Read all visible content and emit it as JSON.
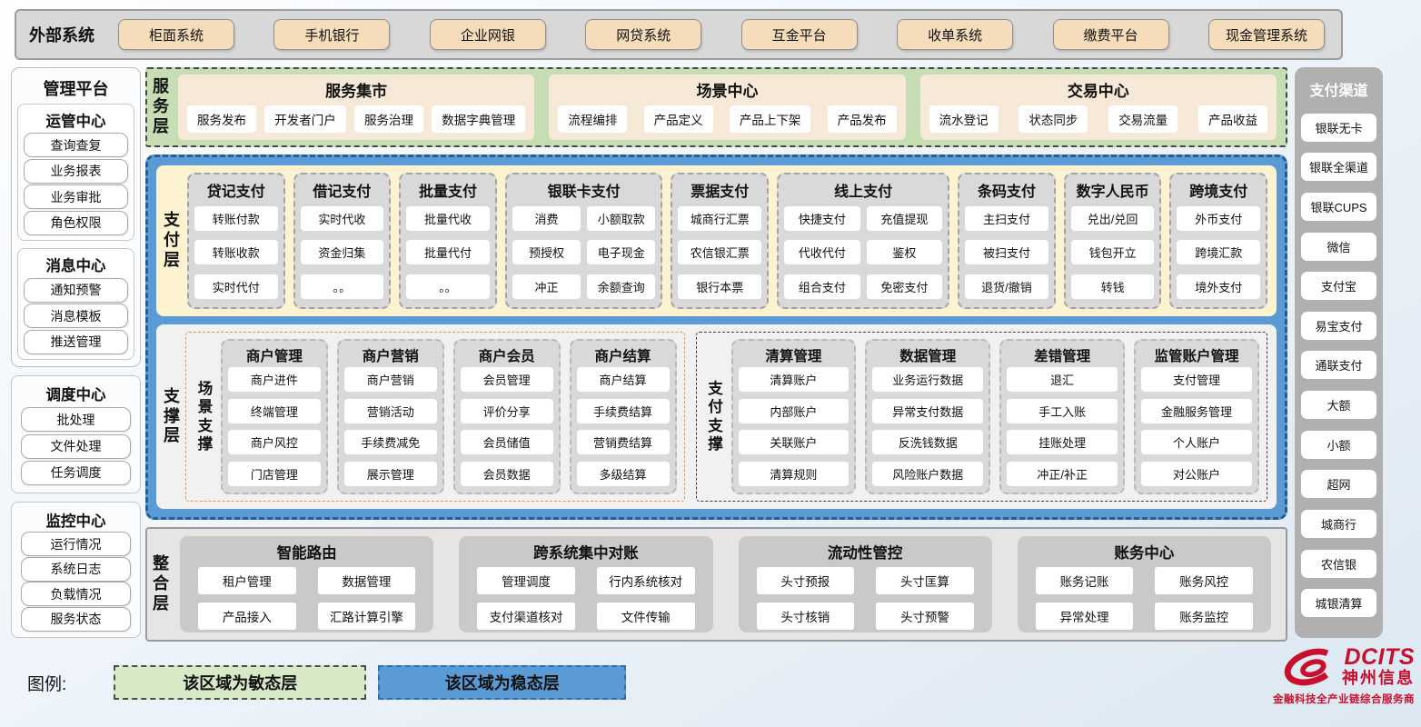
{
  "external_systems": {
    "label": "外部系统",
    "items": [
      "柜面系统",
      "手机银行",
      "企业网银",
      "网贷系统",
      "互金平台",
      "收单系统",
      "缴费平台",
      "现金管理系统"
    ]
  },
  "management_platform": {
    "title": "管理平台",
    "groups": [
      {
        "title": "运管中心",
        "items": [
          "查询查复",
          "业务报表",
          "业务审批",
          "角色权限"
        ]
      },
      {
        "title": "消息中心",
        "items": [
          "通知预警",
          "消息模板",
          "推送管理"
        ]
      },
      {
        "title": "调度中心",
        "items": [
          "批处理",
          "文件处理",
          "任务调度"
        ]
      },
      {
        "title": "监控中心",
        "items": [
          "运行情况",
          "系统日志",
          "负载情况",
          "服务状态"
        ]
      }
    ]
  },
  "service_layer": {
    "label": "服务层",
    "groups": [
      {
        "title": "服务集市",
        "items": [
          "服务发布",
          "开发者门户",
          "服务治理",
          "数据字典管理"
        ]
      },
      {
        "title": "场景中心",
        "items": [
          "流程编排",
          "产品定义",
          "产品上下架",
          "产品发布"
        ]
      },
      {
        "title": "交易中心",
        "items": [
          "流水登记",
          "状态同步",
          "交易流量",
          "产品收益"
        ]
      }
    ]
  },
  "payment_layer": {
    "label": "支付层",
    "columns": [
      {
        "title": "贷记支付",
        "cols": 1,
        "items": [
          "转账付款",
          "转账收款",
          "实时代付"
        ]
      },
      {
        "title": "借记支付",
        "cols": 1,
        "items": [
          "实时代收",
          "资金归集",
          "。。"
        ]
      },
      {
        "title": "批量支付",
        "cols": 1,
        "items": [
          "批量代收",
          "批量代付",
          "。。"
        ]
      },
      {
        "title": "银联卡支付",
        "cols": 2,
        "items": [
          "消费",
          "小额取款",
          "预授权",
          "电子现金",
          "冲正",
          "余额查询"
        ]
      },
      {
        "title": "票据支付",
        "cols": 1,
        "items": [
          "城商行汇票",
          "农信银汇票",
          "银行本票"
        ]
      },
      {
        "title": "线上支付",
        "cols": 2,
        "items": [
          "快捷支付",
          "充值提现",
          "代收代付",
          "鉴权",
          "组合支付",
          "免密支付"
        ]
      },
      {
        "title": "条码支付",
        "cols": 1,
        "items": [
          "主扫支付",
          "被扫支付",
          "退货/撤销"
        ]
      },
      {
        "title": "数字人民币",
        "cols": 1,
        "items": [
          "兑出/兑回",
          "钱包开立",
          "转钱"
        ]
      },
      {
        "title": "跨境支付",
        "cols": 1,
        "items": [
          "外币支付",
          "跨境汇款",
          "境外支付"
        ]
      }
    ]
  },
  "support_layer": {
    "label": "支撑层",
    "sections": [
      {
        "label": "场景支撑",
        "columns": [
          {
            "title": "商户管理",
            "items": [
              "商户进件",
              "终端管理",
              "商户风控",
              "门店管理"
            ]
          },
          {
            "title": "商户营销",
            "items": [
              "商户营销",
              "营销活动",
              "手续费减免",
              "展示管理"
            ]
          },
          {
            "title": "商户会员",
            "items": [
              "会员管理",
              "评价分享",
              "会员储值",
              "会员数据"
            ]
          },
          {
            "title": "商户结算",
            "items": [
              "商户结算",
              "手续费结算",
              "营销费结算",
              "多级结算"
            ]
          }
        ]
      },
      {
        "label": "支付支撑",
        "columns": [
          {
            "title": "清算管理",
            "items": [
              "清算账户",
              "内部账户",
              "关联账户",
              "清算规则"
            ]
          },
          {
            "title": "数据管理",
            "items": [
              "业务运行数据",
              "异常支付数据",
              "反洗钱数据",
              "风险账户数据"
            ]
          },
          {
            "title": "差错管理",
            "items": [
              "退汇",
              "手工入账",
              "挂账处理",
              "冲正/补正"
            ]
          },
          {
            "title": "监管账户管理",
            "items": [
              "支付管理",
              "金融服务管理",
              "个人账户",
              "对公账户"
            ]
          }
        ]
      }
    ]
  },
  "integration_layer": {
    "label": "整合层",
    "groups": [
      {
        "title": "智能路由",
        "items": [
          "租户管理",
          "数据管理",
          "产品接入",
          "汇路计算引擎"
        ]
      },
      {
        "title": "跨系统集中对账",
        "items": [
          "管理调度",
          "行内系统核对",
          "支付渠道核对",
          "文件传输"
        ]
      },
      {
        "title": "流动性管控",
        "items": [
          "头寸预报",
          "头寸匡算",
          "头寸核销",
          "头寸预警"
        ]
      },
      {
        "title": "账务中心",
        "items": [
          "账务记账",
          "账务风控",
          "异常处理",
          "账务监控"
        ]
      }
    ]
  },
  "payment_channels": {
    "title": "支付渠道",
    "items": [
      "银联无卡",
      "银联全渠道",
      "银联CUPS",
      "微信",
      "支付宝",
      "易宝支付",
      "通联支付",
      "大额",
      "小额",
      "超网",
      "城商行",
      "农信银",
      "城银清算"
    ]
  },
  "legend": {
    "label": "图例:",
    "items": [
      {
        "text": "该区域为敏态层",
        "color": "#d8e9c6"
      },
      {
        "text": "该区域为稳态层",
        "color": "#5b9bd5"
      }
    ]
  },
  "logo": {
    "icon": "dcits-swirl-icon",
    "brand": "DCITS",
    "name": "神州信息",
    "tagline": "金融科技全产业链综合服务商",
    "color": "#c8102e"
  },
  "colors": {
    "agile_green": "#c7ddb4",
    "stable_blue": "#5b9bd5",
    "external_button_cream": "#f5ddbb",
    "payment_panel_cream": "#fdf3d0",
    "module_gray": "#d9d9d9",
    "scene_support_border_orange": "#e09a3e",
    "brand_red": "#c8102e"
  }
}
